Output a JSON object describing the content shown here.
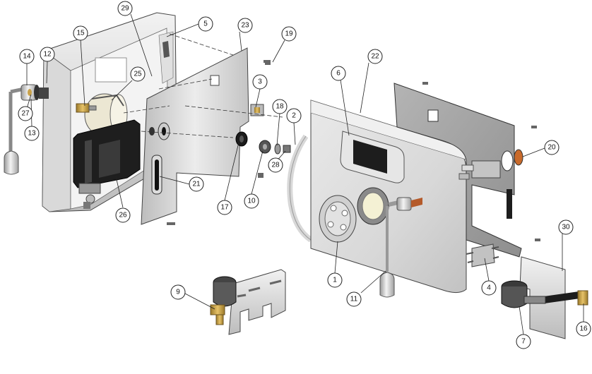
{
  "diagram": {
    "callouts": [
      {
        "id": "c1",
        "label": "1"
      },
      {
        "id": "c2",
        "label": "2"
      },
      {
        "id": "c3",
        "label": "3"
      },
      {
        "id": "c4",
        "label": "4"
      },
      {
        "id": "c5",
        "label": "5"
      },
      {
        "id": "c6",
        "label": "6"
      },
      {
        "id": "c7",
        "label": "7"
      },
      {
        "id": "c9",
        "label": "9"
      },
      {
        "id": "c10",
        "label": "10"
      },
      {
        "id": "c11",
        "label": "11"
      },
      {
        "id": "c12",
        "label": "12"
      },
      {
        "id": "c13",
        "label": "13"
      },
      {
        "id": "c14",
        "label": "14"
      },
      {
        "id": "c15",
        "label": "15"
      },
      {
        "id": "c16",
        "label": "16"
      },
      {
        "id": "c17",
        "label": "17"
      },
      {
        "id": "c18",
        "label": "18"
      },
      {
        "id": "c19",
        "label": "19"
      },
      {
        "id": "c20",
        "label": "20"
      },
      {
        "id": "c21",
        "label": "21"
      },
      {
        "id": "c22",
        "label": "22"
      },
      {
        "id": "c23",
        "label": "23"
      },
      {
        "id": "c25",
        "label": "25"
      },
      {
        "id": "c26",
        "label": "26"
      },
      {
        "id": "c27",
        "label": "27"
      },
      {
        "id": "c28",
        "label": "28"
      },
      {
        "id": "c29",
        "label": "29"
      },
      {
        "id": "c30",
        "label": "30"
      }
    ],
    "colors": {
      "steel_light": "#e6e6e6",
      "steel_mid": "#c8c8c8",
      "steel_dark": "#8a8a8a",
      "plate_grey": "#a5a5a5",
      "plate_dark": "#7b7b7b",
      "black_part": "#222222",
      "brass": "#c9a24a",
      "cream": "#ece7d3",
      "outline": "#333333"
    }
  }
}
